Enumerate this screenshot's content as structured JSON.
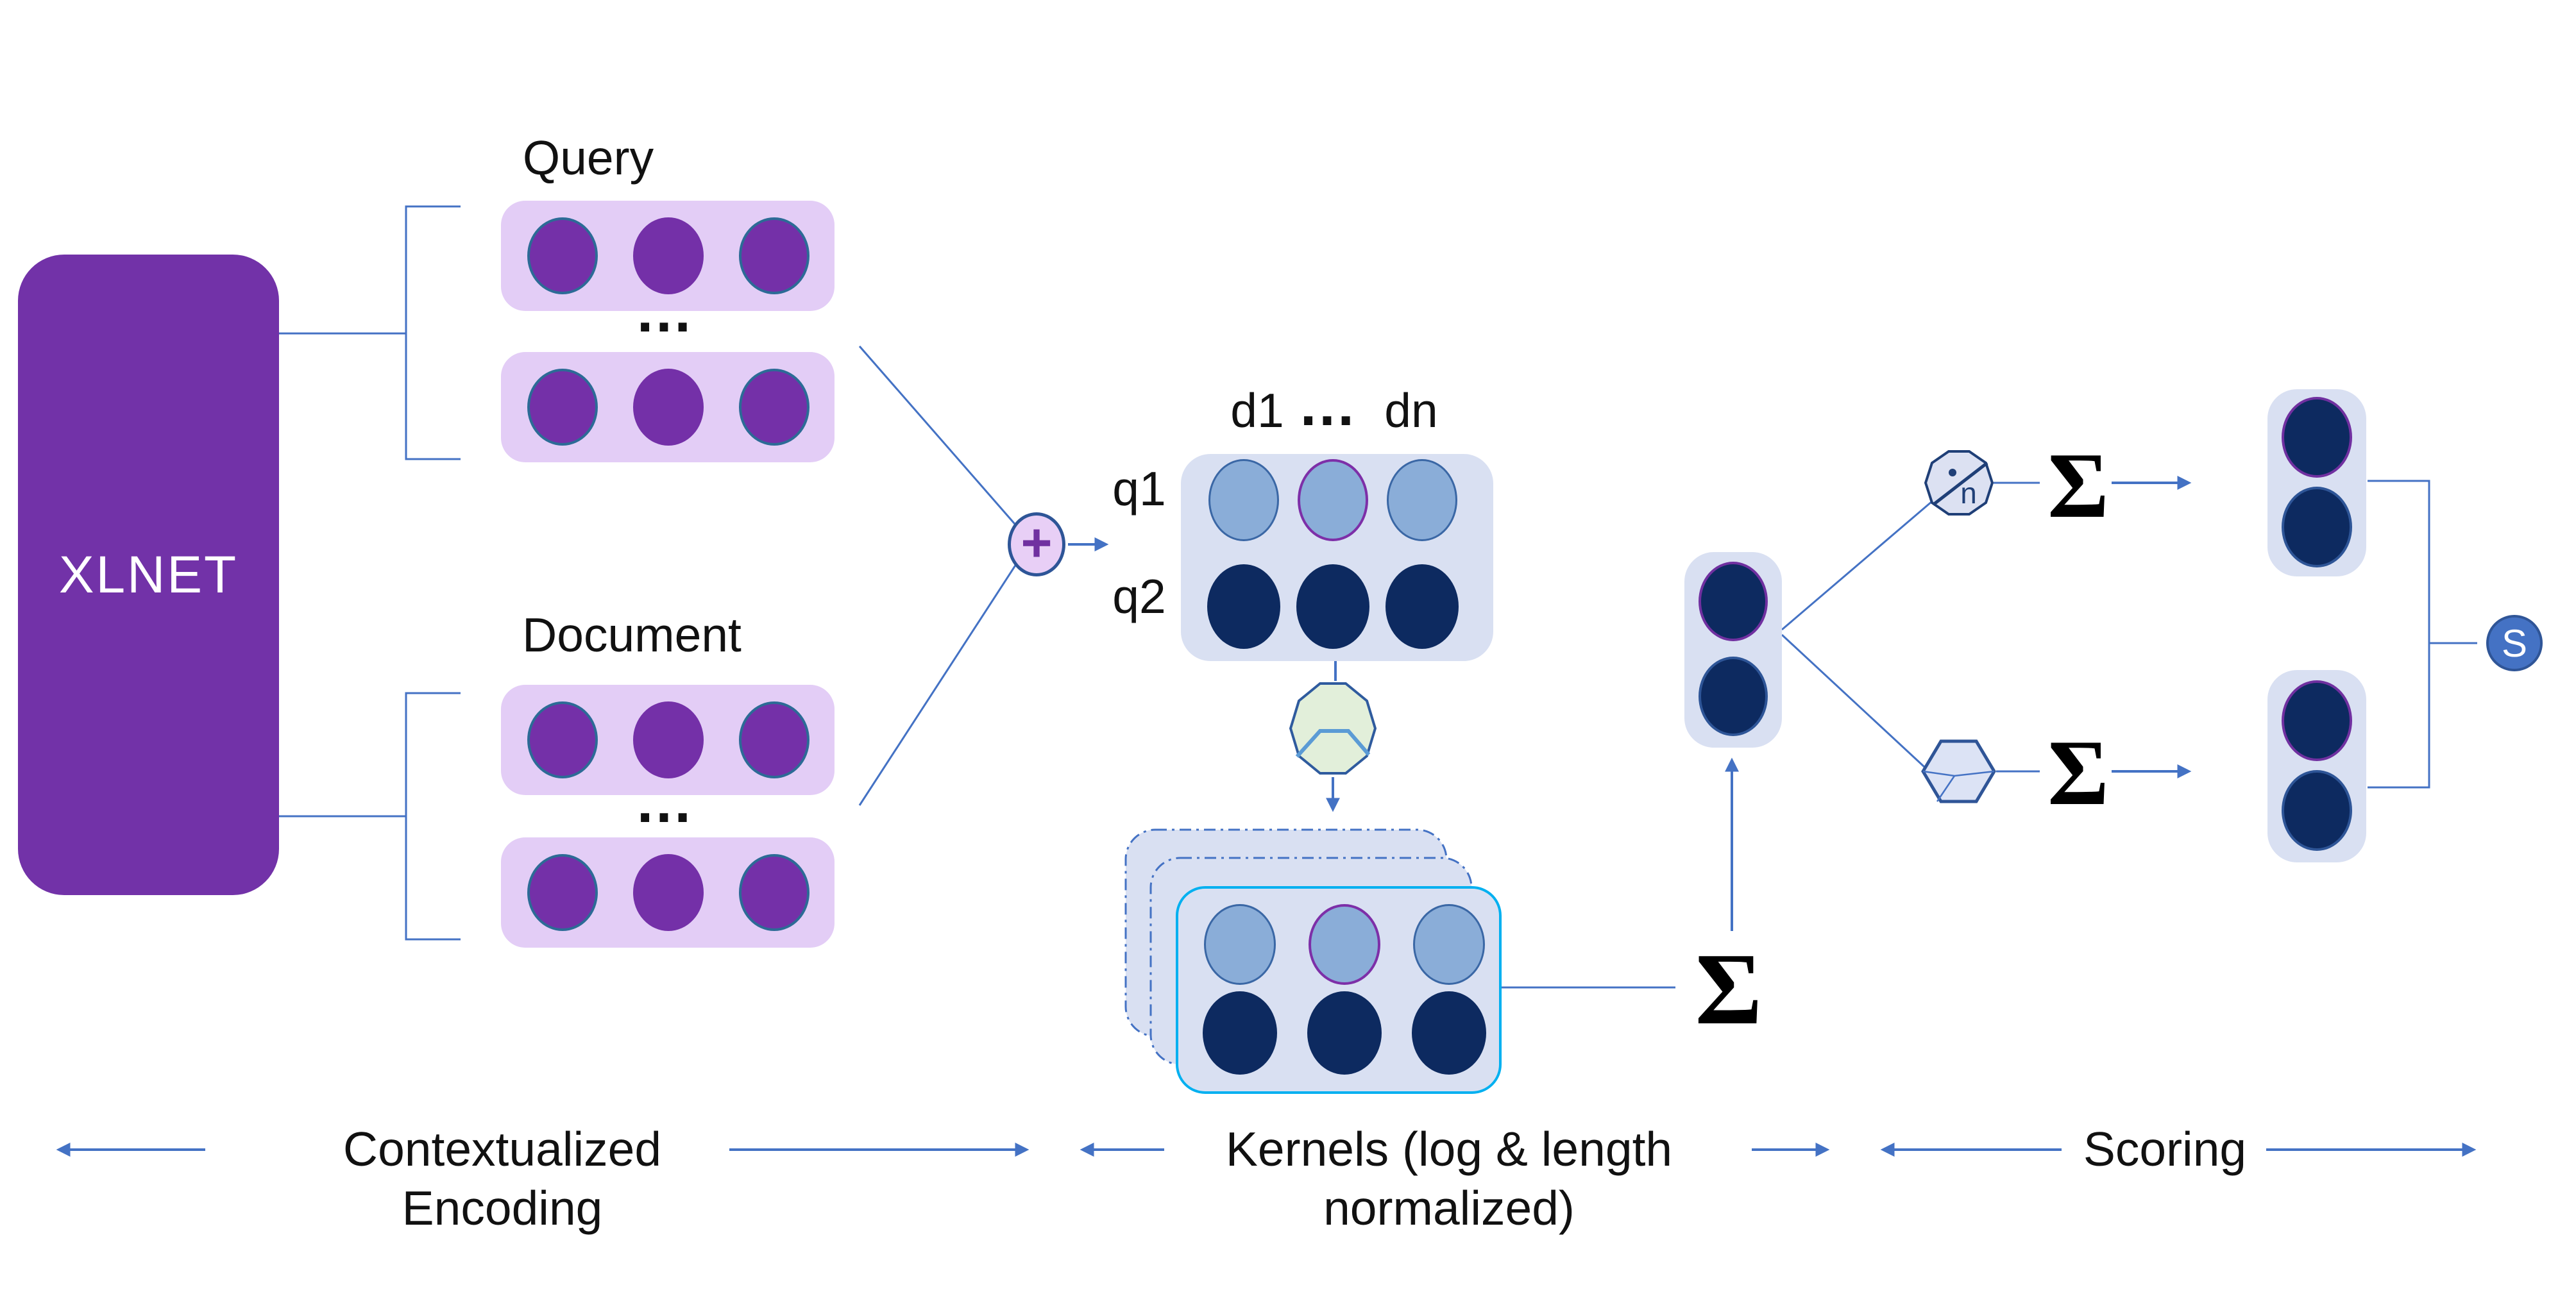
{
  "encoder": {
    "label": "XLNET"
  },
  "query": {
    "label": "Query",
    "ellipsis": "…"
  },
  "document": {
    "label": "Document",
    "ellipsis": "…"
  },
  "combine": {
    "plus": "+"
  },
  "match_matrix": {
    "d1": "d1",
    "ellipsis": "…",
    "dn": "dn",
    "q1": "q1",
    "q2": "q2"
  },
  "kernels": {
    "sigma": "Σ"
  },
  "scoring": {
    "n": "n",
    "sigma_top": "Σ",
    "sigma_bottom": "Σ",
    "score": "S"
  },
  "legend": {
    "encoding": "Contextualized Encoding",
    "kernels": "Kernels (log & length normalized)",
    "scoring": "Scoring"
  },
  "colors": {
    "accent_blue": "#4472C4",
    "encoder_purple": "#7232A8",
    "embedding_purple": "#7430A8",
    "light_purple": "#E3CDF6",
    "lavender": "#D9E0F2",
    "steel_blue": "#8AADD8",
    "navy": "#0D2A60",
    "cyan": "#00B0F0",
    "kernel_green": "#E2EFDA",
    "kernel_line_blue": "#5B9BD5",
    "teal_border": "#2C6B96",
    "purple_border": "#7D2FA8",
    "dark_blue_border": "#2E5597",
    "score_blue": "#4472C4"
  }
}
